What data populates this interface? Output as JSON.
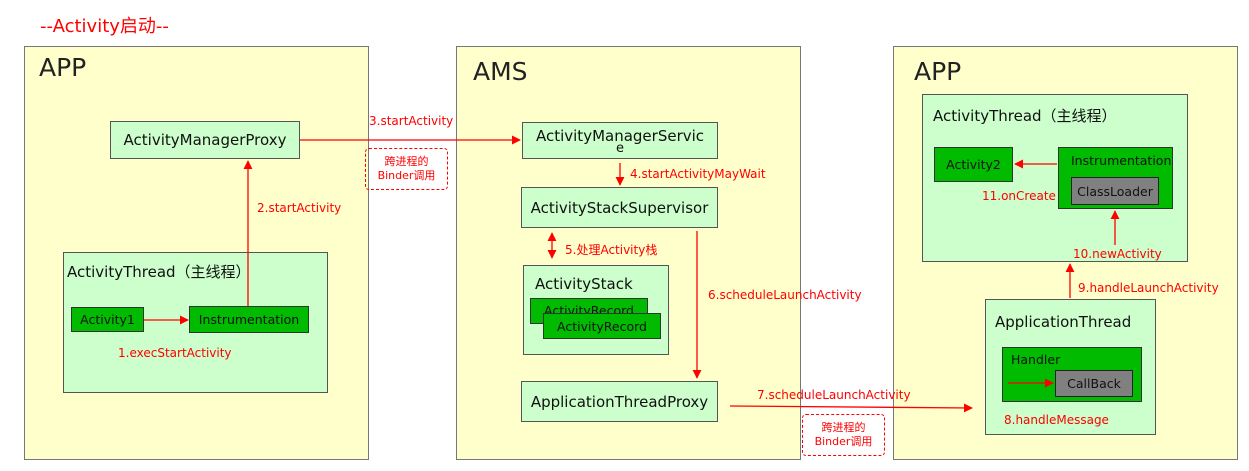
{
  "title": "--Activity启动--",
  "panels": {
    "left": {
      "title": "APP"
    },
    "middle": {
      "title": "AMS"
    },
    "right": {
      "title": "APP"
    }
  },
  "left": {
    "activity_manager_proxy": "ActivityManagerProxy",
    "activity_thread": "ActivityThread（主线程）",
    "activity1": "Activity1",
    "instrumentation": "Instrumentation"
  },
  "middle": {
    "ams_line1": "ActivityManagerServic",
    "ams_line2": "e",
    "supervisor": "ActivityStackSupervisor",
    "activity_stack": "ActivityStack",
    "activity_record_back": "ActivityRecord",
    "activity_record_front": "ActivityRecord",
    "app_thread_proxy": "ApplicationThreadProxy"
  },
  "right": {
    "activity_thread": "ActivityThread（主线程）",
    "activity2": "Activity2",
    "instrumentation": "Instrumentation",
    "classloader": "ClassLoader",
    "application_thread": "ApplicationThread",
    "handler": "Handler",
    "callback": "CallBack"
  },
  "steps": {
    "s1": "1.execStartActivity",
    "s2": "2.startActivity",
    "s3": "3.startActivity",
    "s4": "4.startActivityMayWait",
    "s5": "5.处理Activity栈",
    "s6": "6.scheduleLaunchActivity",
    "s7": "7.scheduleLaunchActivity",
    "s8": "8.handleMessage",
    "s9": "9.handleLaunchActivity",
    "s10": "10.newActivity",
    "s11": "11.onCreate"
  },
  "binder_notes": {
    "top": {
      "line1": "跨进程的",
      "line2": "Binder调用"
    },
    "bottom": {
      "line1": "跨进程的",
      "line2": "Binder调用"
    }
  },
  "colors": {
    "accent_red": "#ff0000",
    "panel_yellow": "#ffffcc",
    "light_green": "#ccffcc",
    "bright_green": "#00bb00",
    "gray": "#808080"
  }
}
